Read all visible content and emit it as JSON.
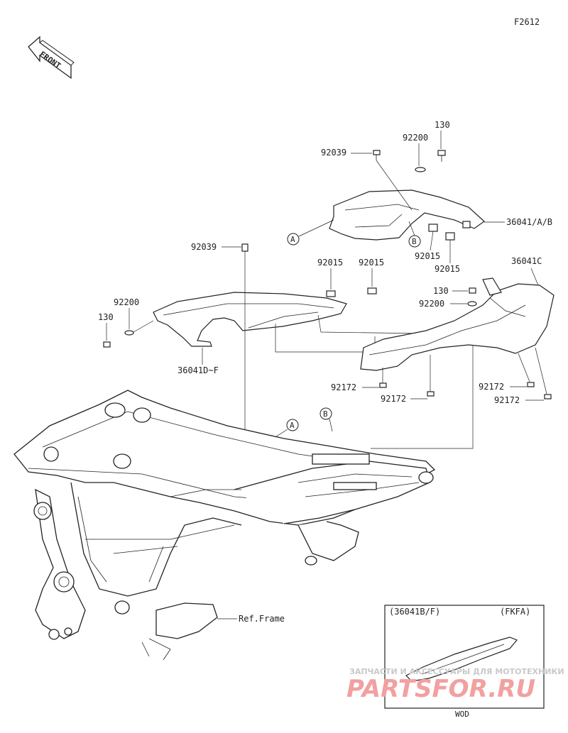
{
  "figure_code": "F2612",
  "front_label": "FRONT",
  "parts": {
    "p130_top": "130",
    "p92200_top": "92200",
    "p92039_top": "92039",
    "p36041AB": "36041/A/B",
    "p92015_r1": "92015",
    "p92015_r2": "92015",
    "p36041C": "36041C",
    "p130_right": "130",
    "p92200_right": "92200",
    "p92039_mid": "92039",
    "p92015_m1": "92015",
    "p92015_m2": "92015",
    "p92200_left": "92200",
    "p130_left": "130",
    "p36041DF": "36041D~F",
    "p92172_a": "92172",
    "p92172_b": "92172",
    "p92172_c": "92172",
    "p92172_d": "92172",
    "ref_frame": "Ref.Frame"
  },
  "callouts": {
    "A": "A",
    "B": "B"
  },
  "inset": {
    "left_label": "(36041B/F)",
    "right_label": "(FKFA)",
    "bottom_label": "WOD"
  },
  "watermark": {
    "top_text": "ЗАПЧАСТИ И АКСЕССУАРЫ ДЛЯ МОТОТЕХНИКИ",
    "main_text": "PARTSFOR.RU"
  }
}
